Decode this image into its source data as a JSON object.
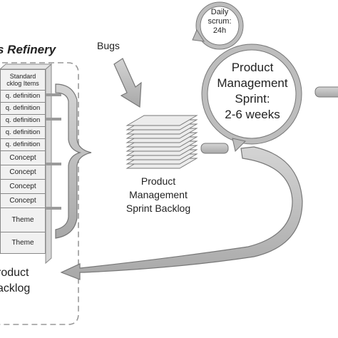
{
  "refinery": {
    "title": "s Refinery",
    "stack_items": [
      {
        "label": "Standard",
        "label2": "cklog Items",
        "kind": "tall"
      },
      {
        "label": "q. definition",
        "kind": "req"
      },
      {
        "label": "q. definition",
        "kind": "req"
      },
      {
        "label": "q. definition",
        "kind": "req"
      },
      {
        "label": "q. definition",
        "kind": "req"
      },
      {
        "label": "q. definition",
        "kind": "req"
      },
      {
        "label": "Concept",
        "kind": "concept"
      },
      {
        "label": "Concept",
        "kind": "concept"
      },
      {
        "label": "Concept",
        "kind": "concept"
      },
      {
        "label": "Concept",
        "kind": "concept"
      },
      {
        "label": "Theme",
        "kind": "theme"
      },
      {
        "label": "Theme",
        "kind": "theme"
      }
    ],
    "backlog_line1": "roduct",
    "backlog_line2": "acklog"
  },
  "bugs_label": "Bugs",
  "pm_sprint_backlog": {
    "line1": "Product",
    "line2": "Management",
    "line3": "Sprint Backlog"
  },
  "pm_sprint": {
    "line1": "Product",
    "line2": "Management",
    "line3": "Sprint:",
    "line4": "2-6 weeks"
  },
  "daily_scrum": {
    "line1": "Daily",
    "line2": "scrum:",
    "line3": "24h"
  },
  "colors": {
    "arrow_fill": "#bdbdbd",
    "arrow_stroke": "#777777",
    "text": "#222222",
    "dashed_border": "#999999"
  }
}
